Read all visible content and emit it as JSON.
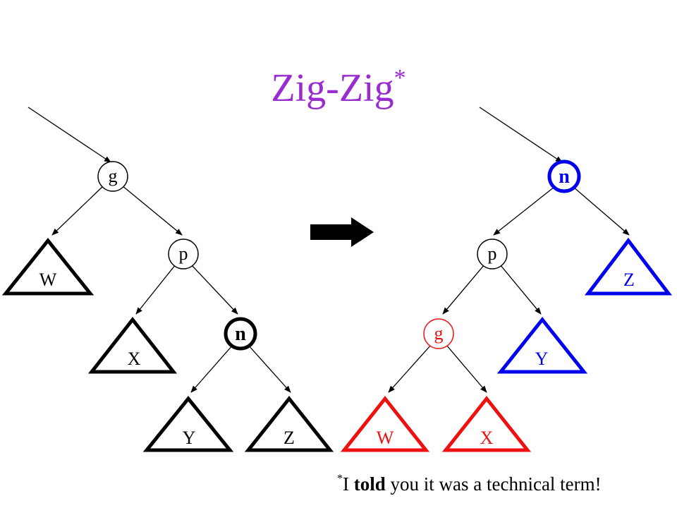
{
  "title": {
    "main": "Zig-Zig",
    "mark": "*"
  },
  "footnote": {
    "mark": "*",
    "before": "I ",
    "bold": "told",
    "after": " you it was a technical term!"
  },
  "colors": {
    "title": "#9a2bd1",
    "black": "#000000",
    "blue": "#0000ee",
    "red": "#ee1111"
  },
  "before_tree": {
    "nodes": {
      "g": "g",
      "p": "p",
      "n": "n"
    },
    "subtrees": {
      "W": "W",
      "X": "X",
      "Y": "Y",
      "Z": "Z"
    }
  },
  "after_tree": {
    "nodes": {
      "n": "n",
      "p": "p",
      "g": "g"
    },
    "subtrees": {
      "Z": "Z",
      "Y": "Y",
      "W": "W",
      "X": "X"
    }
  }
}
